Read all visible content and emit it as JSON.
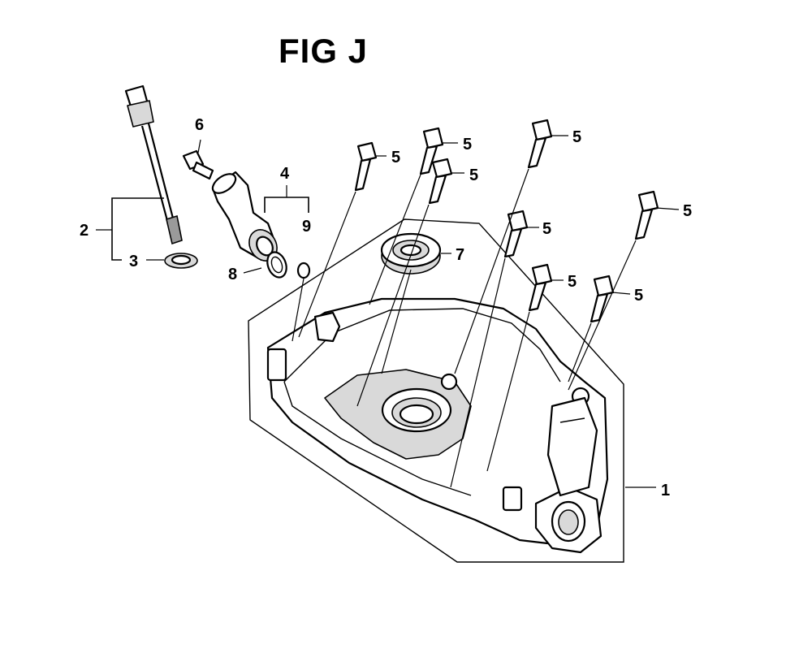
{
  "figure": {
    "title": "FIG J"
  },
  "callouts": {
    "c1": "1",
    "c2": "2",
    "c3": "3",
    "c4": "4",
    "c5a": "5",
    "c5b": "5",
    "c5c": "5",
    "c5d": "5",
    "c5e": "5",
    "c5f": "5",
    "c5g": "5",
    "c5h": "5",
    "c6": "6",
    "c7": "7",
    "c8": "8",
    "c9": "9"
  }
}
